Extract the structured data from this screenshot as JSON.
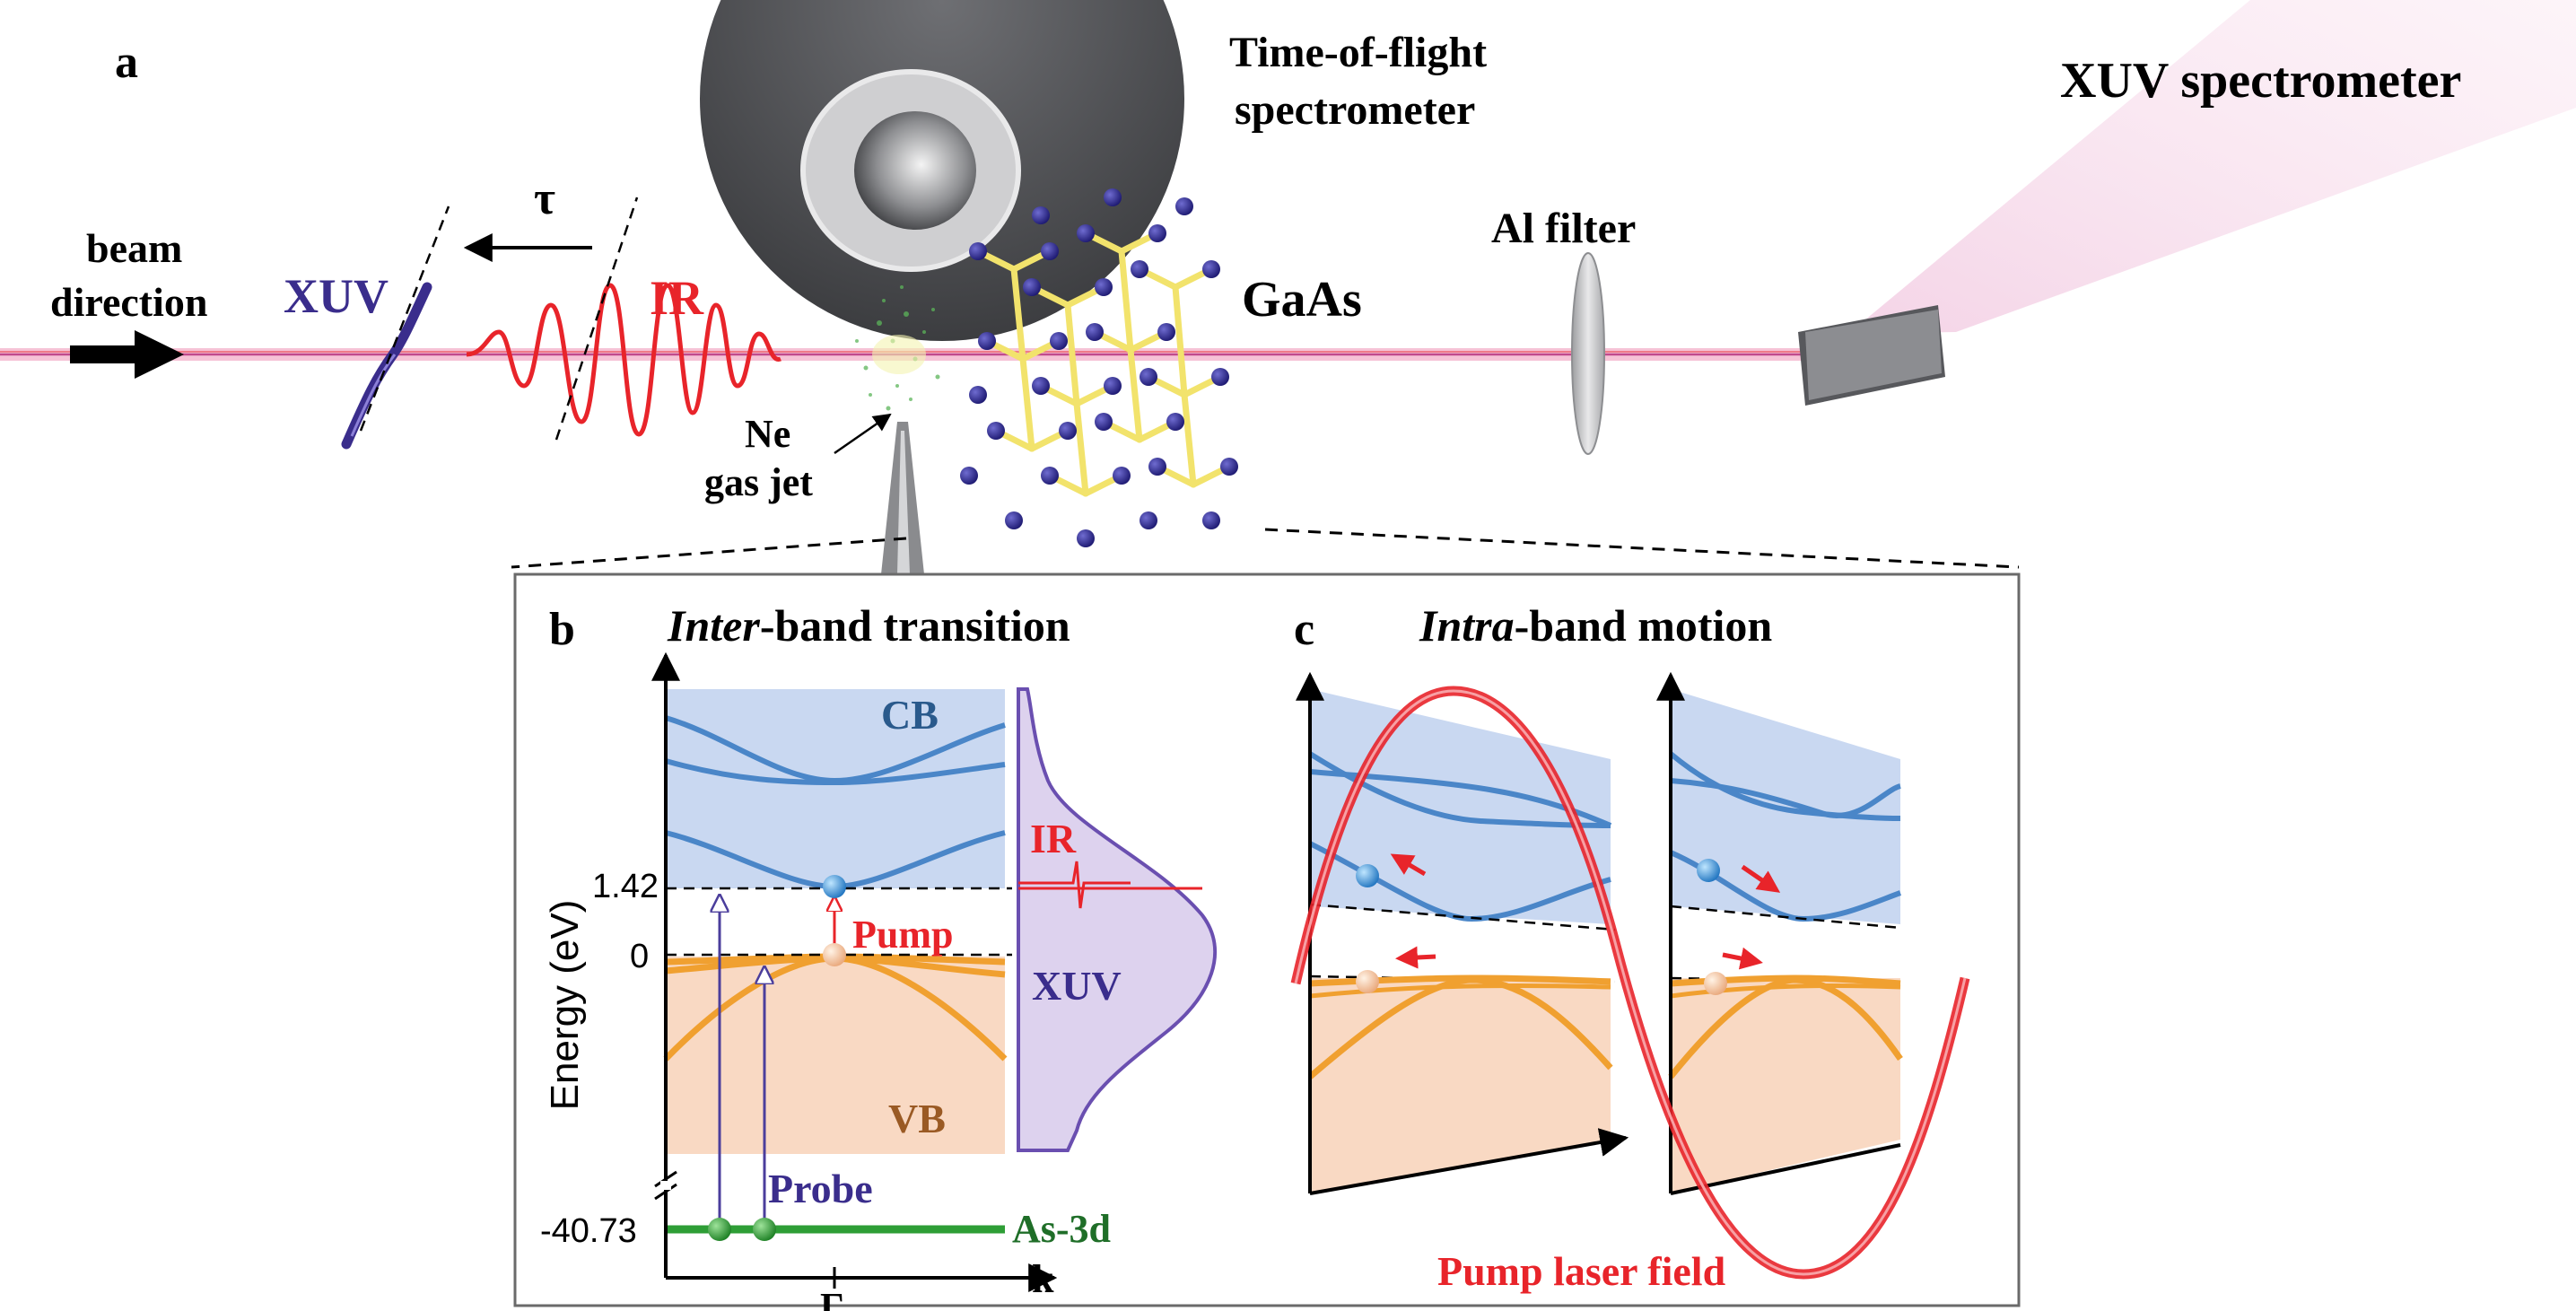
{
  "panel_a": {
    "letter": "a",
    "tof_line1": "Time-of-flight",
    "tof_line2": "spectrometer",
    "xuv_spectrometer": "XUV spectrometer",
    "beam_line1": "beam",
    "beam_line2": "direction",
    "xuv": "XUV",
    "ir": "IR",
    "tau": "τ",
    "gaas": "GaAs",
    "al_filter": "Al filter",
    "ne_line1": "Ne",
    "ne_line2": "gas jet"
  },
  "panel_b": {
    "letter": "b",
    "title_italic": "Inter",
    "title_rest": "-band transition",
    "cb": "CB",
    "vb": "VB",
    "ir": "IR",
    "xuv": "XUV",
    "pump": "Pump",
    "probe": "Probe",
    "as3d": "As-3d",
    "ylabel": "Energy (eV)",
    "tick_142": "1.42",
    "tick_0": "0",
    "tick_4073": "-40.73",
    "gamma": "Γ",
    "k": "k"
  },
  "panel_c": {
    "letter": "c",
    "title_italic": "Intra",
    "title_rest": "-band motion",
    "pump_field": "Pump laser field"
  },
  "colors": {
    "ir_red": "#e8242a",
    "xuv_purple": "#3a2d8c",
    "cb_blue": "#4a86c8",
    "cb_fill": "#c9d8f1",
    "vb_orange": "#f0a030",
    "vb_fill": "#f9d9c3",
    "as3d_green": "#2e9e36",
    "gaas_yellow": "#f2e36c",
    "gaas_navy": "#26228a"
  }
}
